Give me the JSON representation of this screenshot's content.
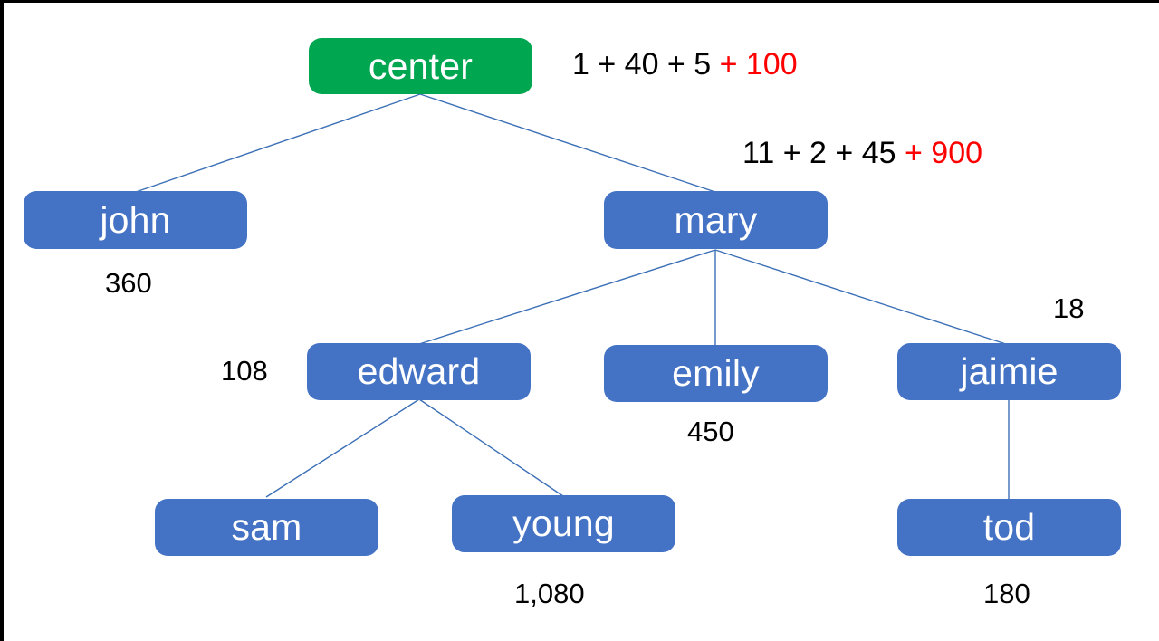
{
  "diagram": {
    "title": "tree-diagram",
    "colors": {
      "root_fill": "#00A650",
      "node_fill": "#4472C4",
      "edge": "#3B6FB6",
      "text": "#FFFFFF",
      "annotation": "#000000",
      "annotation_highlight": "#FF0000",
      "background": "#FFFFFF",
      "border": "#000000"
    },
    "nodes": [
      {
        "id": "center",
        "label": "center",
        "level": 0,
        "fill": "root"
      },
      {
        "id": "john",
        "label": "john",
        "level": 1,
        "fill": "node"
      },
      {
        "id": "mary",
        "label": "mary",
        "level": 1,
        "fill": "node"
      },
      {
        "id": "edward",
        "label": "edward",
        "level": 2,
        "fill": "node"
      },
      {
        "id": "emily",
        "label": "emily",
        "level": 2,
        "fill": "node"
      },
      {
        "id": "jaimie",
        "label": "jaimie",
        "level": 2,
        "fill": "node"
      },
      {
        "id": "sam",
        "label": "sam",
        "level": 3,
        "fill": "node"
      },
      {
        "id": "young",
        "label": "young",
        "level": 3,
        "fill": "node"
      },
      {
        "id": "tod",
        "label": "tod",
        "level": 3,
        "fill": "node"
      }
    ],
    "edges": [
      {
        "from": "center",
        "to": "john"
      },
      {
        "from": "center",
        "to": "mary"
      },
      {
        "from": "mary",
        "to": "edward"
      },
      {
        "from": "mary",
        "to": "emily"
      },
      {
        "from": "mary",
        "to": "jaimie"
      },
      {
        "from": "edward",
        "to": "sam"
      },
      {
        "from": "edward",
        "to": "young"
      },
      {
        "from": "jaimie",
        "to": "tod"
      }
    ],
    "annotations": {
      "center_sum": {
        "full_text": "1 + 40 + 5 + 100",
        "black_part": "1 + 40 + 5",
        "red_part": "+ 100",
        "near_node": "center"
      },
      "mary_sum": {
        "full_text": "11  + 2   + 45  + 900",
        "black_part": "11  + 2   + 45",
        "red_part": "+ 900",
        "near_node": "mary"
      },
      "john_value": {
        "text": "360",
        "near_node": "john"
      },
      "edward_value": {
        "text": "108",
        "near_node": "edward"
      },
      "emily_value": {
        "text": "450",
        "near_node": "emily"
      },
      "jaimie_value": {
        "text": "18",
        "near_node": "jaimie"
      },
      "young_value": {
        "text": "1,080",
        "near_node": "young"
      },
      "tod_value": {
        "text": "180",
        "near_node": "tod"
      }
    }
  }
}
